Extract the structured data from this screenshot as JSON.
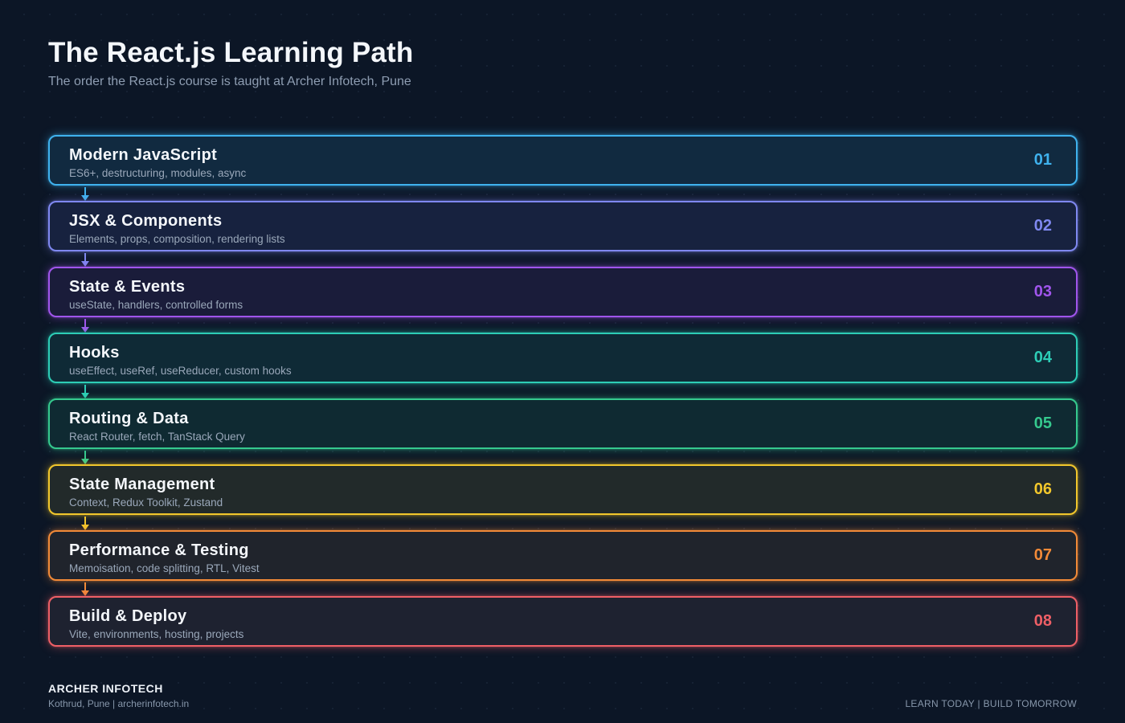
{
  "header": {
    "title": "The React.js Learning Path",
    "subtitle": "The order the React.js course is taught at Archer Infotech, Pune"
  },
  "steps": [
    {
      "title": "Modern JavaScript",
      "description": "ES6+, destructuring, modules, async",
      "number": "01",
      "color": "#3fb2ee",
      "bg": "#112a40"
    },
    {
      "title": "JSX & Components",
      "description": "Elements, props, composition, rendering lists",
      "number": "02",
      "color": "#7f88f0",
      "bg": "#17223f"
    },
    {
      "title": "State & Events",
      "description": "useState, handlers, controlled forms",
      "number": "03",
      "color": "#a055ec",
      "bg": "#1a1c3a"
    },
    {
      "title": "Hooks",
      "description": "useEffect, useRef, useReducer, custom hooks",
      "number": "04",
      "color": "#2dcdb6",
      "bg": "#0f2a36"
    },
    {
      "title": "Routing & Data",
      "description": "React Router, fetch, TanStack Query",
      "number": "05",
      "color": "#35c98e",
      "bg": "#0f2a32"
    },
    {
      "title": "State Management",
      "description": "Context, Redux Toolkit, Zustand",
      "number": "06",
      "color": "#f2c72c",
      "bg": "#222a2a"
    },
    {
      "title": "Performance & Testing",
      "description": "Memoisation, code splitting, RTL, Vitest",
      "number": "07",
      "color": "#f28a38",
      "bg": "#20242c"
    },
    {
      "title": "Build & Deploy",
      "description": "Vite, environments, hosting, projects",
      "number": "08",
      "color": "#ee5f66",
      "bg": "#1e2230"
    }
  ],
  "footer": {
    "brand": "ARCHER INFOTECH",
    "address": "Kothrud, Pune  |  archerinfotech.in",
    "tagline": "LEARN TODAY  |  BUILD TOMORROW"
  }
}
